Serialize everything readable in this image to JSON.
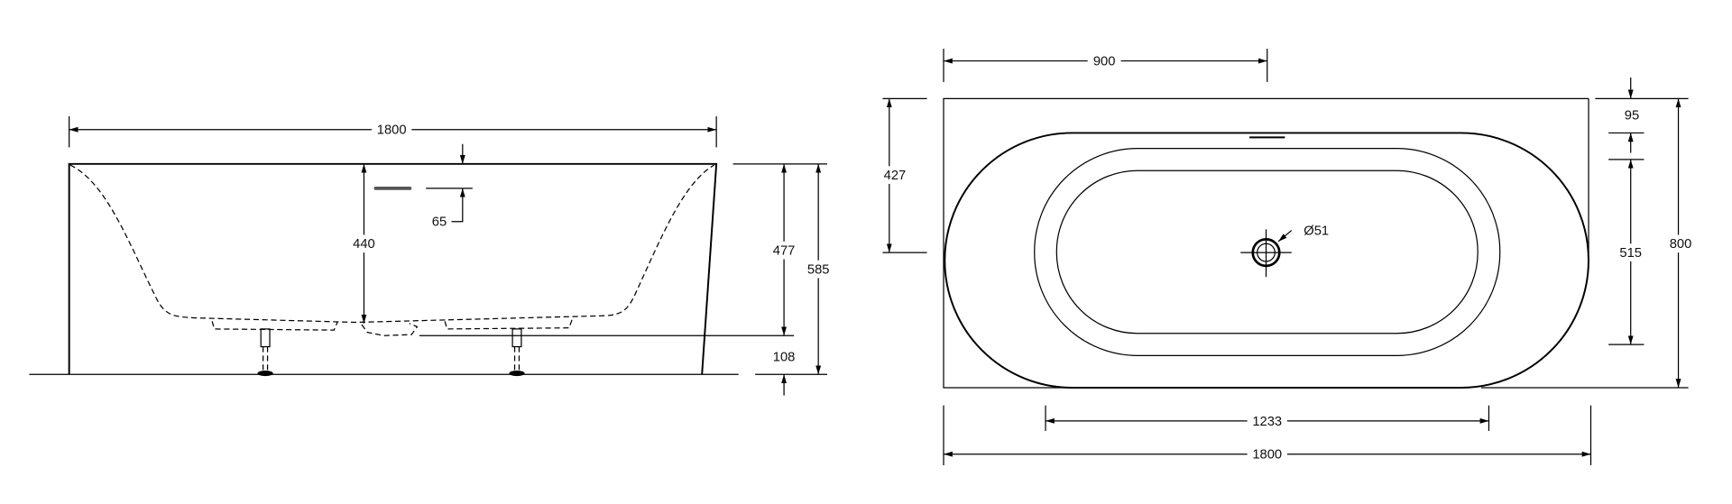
{
  "side_view": {
    "dimensions": {
      "length": "1800",
      "overflow_offset": "65",
      "inner_depth": "440",
      "rim_to_base": "477",
      "total_height": "585",
      "base_height": "108"
    }
  },
  "top_view": {
    "dimensions": {
      "drain_position_x": "900",
      "drain_position_y": "427",
      "rim_width": "95",
      "inner_width": "515",
      "total_width": "800",
      "inner_length": "1233",
      "total_length": "1800",
      "drain_diameter": "Ø51"
    }
  },
  "colors": {
    "line": "#000000",
    "background": "#ffffff"
  }
}
